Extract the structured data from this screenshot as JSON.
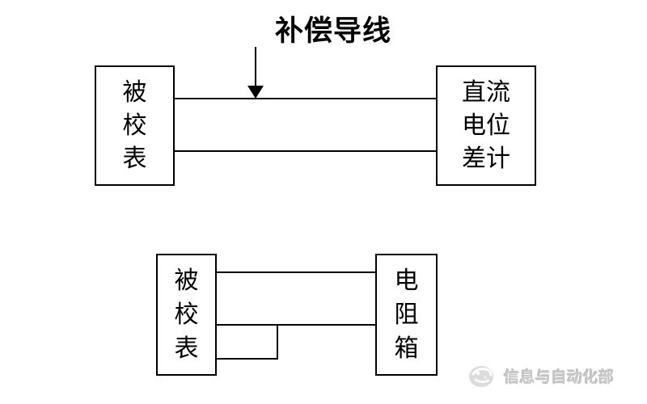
{
  "colors": {
    "background": "#ffffff",
    "line": "#000000",
    "text": "#000000",
    "watermark_text": "#c6c6c6",
    "watermark_logo": "#d9d9d9"
  },
  "top_diagram": {
    "annotation": {
      "label": "补偿导线",
      "arrow_icon": "down-arrow"
    },
    "left_box": {
      "lines": [
        "被",
        "校",
        "表"
      ]
    },
    "right_box": {
      "lines": [
        "直流",
        "电位",
        "差计"
      ]
    }
  },
  "bottom_diagram": {
    "left_box": {
      "lines": [
        "被",
        "校",
        "表"
      ]
    },
    "right_box": {
      "lines": [
        "电",
        "阻",
        "箱"
      ]
    }
  },
  "watermark": {
    "logo_icon": "swirl-logo",
    "text": "信息与自动化部"
  }
}
